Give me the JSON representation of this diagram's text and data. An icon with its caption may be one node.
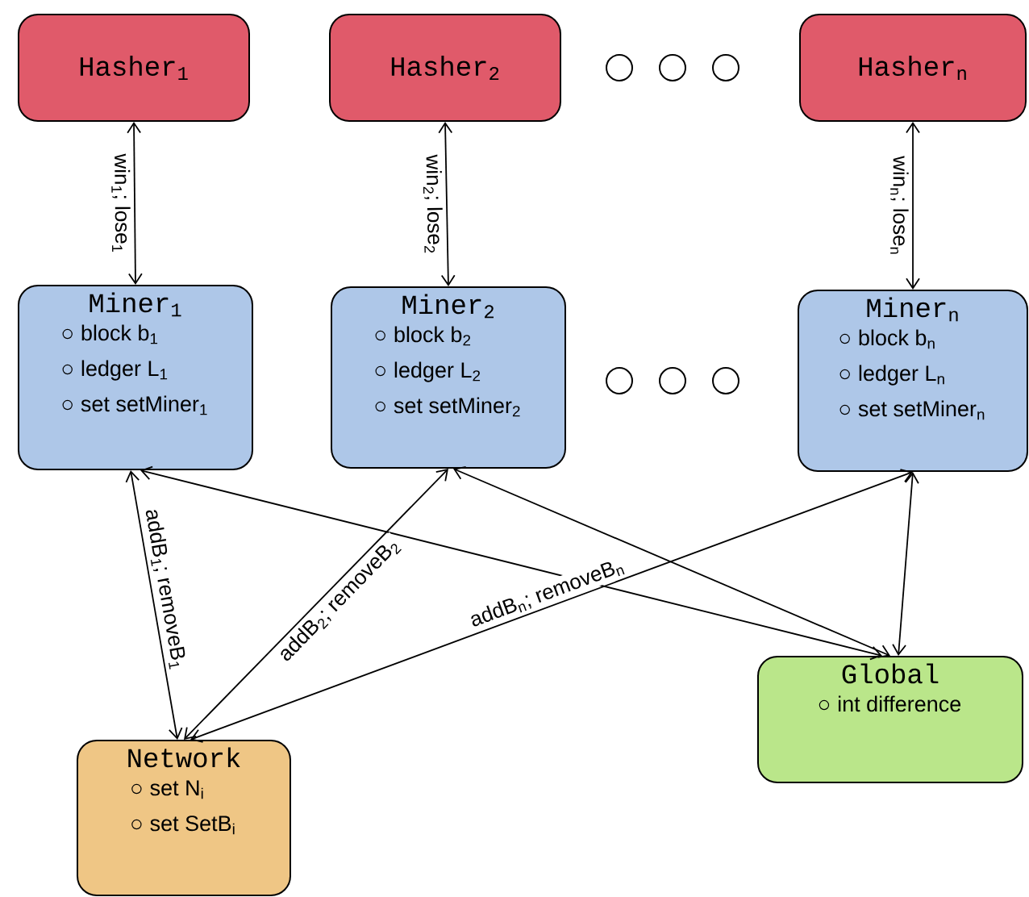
{
  "diagram": {
    "nodes": [
      {
        "text": [
          "Hasher$_{1}$"
        ]
      },
      {
        "text": [
          "Hasher$_{2}$"
        ]
      },
      {
        "text": [
          "Hasher$_{n}$"
        ]
      },
      {
        "text": [
          "Miner$_{1}$",
          "block b$_{1}$",
          "ledger L$_{1}$",
          "set setMiner$_{1}$"
        ]
      },
      {
        "text": [
          "Miner$_{2}$",
          "block b$_{2}$",
          "ledger L$_{2}$",
          "set setMiner$_{2}$"
        ]
      },
      {
        "text": [
          "Miner$_{n}$",
          "block b$_{n}$",
          "ledger L$_{n}$",
          "set setMiner$_{n}$"
        ]
      },
      {
        "text": [
          "Network",
          "set N$_{i}$",
          "set SetB$_{i}$"
        ]
      },
      {
        "text": [
          "Global",
          "int difference"
        ]
      }
    ],
    "edges": [
      {
        "from": 0,
        "to": 3,
        "arrow": "both",
        "label": "win$_{1}$; lose$_{1}$"
      },
      {
        "from": 1,
        "to": 4,
        "arrow": "both",
        "label": "win$_{2}$; lose$_{2}$"
      },
      {
        "from": 2,
        "to": 5,
        "arrow": "both",
        "label": "win$_{n}$; lose$_{n}$"
      },
      {
        "from": 3,
        "to": 6,
        "arrow": "both",
        "label": "addB$_{1}$; removeB$_{1}$"
      },
      {
        "from": 4,
        "to": 6,
        "arrow": "both",
        "label": "addB$_{2}$; removeB$_{2}$"
      },
      {
        "from": 5,
        "to": 6,
        "arrow": "both",
        "label": "addB$_{n}$; removeB$_{n}$"
      },
      {
        "from": 3,
        "to": 7,
        "arrow": "both"
      },
      {
        "from": 4,
        "to": 7,
        "arrow": "both"
      },
      {
        "from": 5,
        "to": 7,
        "arrow": "both"
      }
    ]
  }
}
